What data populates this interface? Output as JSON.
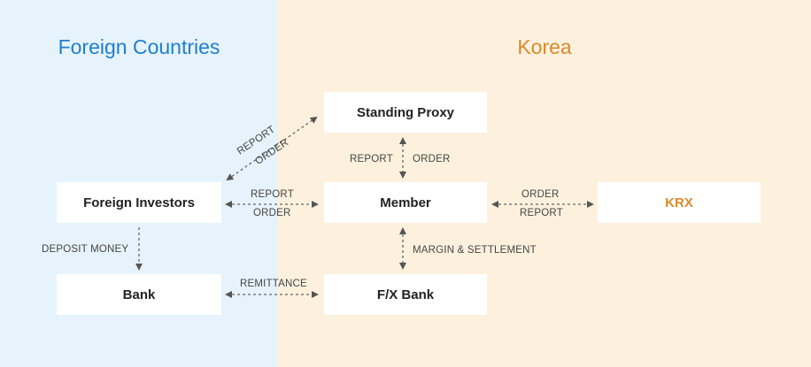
{
  "regions": {
    "foreign": {
      "title": "Foreign Countries",
      "color": "#1f7fcf",
      "bg": "#e6f3fc"
    },
    "korea": {
      "title": "Korea",
      "color": "#d98a2b",
      "bg": "#fdf1de"
    }
  },
  "nodes": {
    "standing_proxy": "Standing Proxy",
    "foreign_investors": "Foreign Investors",
    "member": "Member",
    "krx": "KRX",
    "bank": "Bank",
    "fx_bank": "F/X Bank"
  },
  "links": {
    "investors_proxy": {
      "top": "REPORT",
      "bottom": "ORDER"
    },
    "proxy_member": {
      "left": "REPORT",
      "right": "ORDER"
    },
    "investors_member": {
      "top": "REPORT",
      "bottom": "ORDER"
    },
    "member_krx": {
      "top": "ORDER",
      "bottom": "REPORT"
    },
    "investors_bank": {
      "label": "DEPOSIT MONEY"
    },
    "member_fxbank": {
      "label": "MARGIN & SETTLEMENT"
    },
    "bank_fxbank": {
      "label": "REMITTANCE"
    }
  }
}
